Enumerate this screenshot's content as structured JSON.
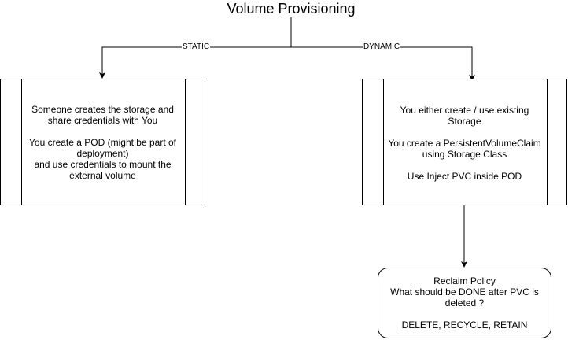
{
  "title": "Volume Provisioning",
  "edges": {
    "static_label": "STATIC",
    "dynamic_label": "DYNAMIC"
  },
  "static_box": {
    "line1": "Someone creates the storage and",
    "line2": "share credentials with You",
    "line3": "You create a POD (might be part of",
    "line4": "deployment)",
    "line5": "and use credentials to mount the",
    "line6": "external volume"
  },
  "dynamic_box": {
    "line1": "You either create / use existing",
    "line2": "Storage",
    "line3": "You create a PersistentVolumeClaim",
    "line4": "using Storage Class",
    "line5": "Use Inject PVC inside POD"
  },
  "reclaim_box": {
    "line1": "Reclaim Policy",
    "line2": "What should be DONE after PVC is",
    "line3": "deleted ?",
    "line4": "DELETE, RECYCLE, RETAIN"
  }
}
